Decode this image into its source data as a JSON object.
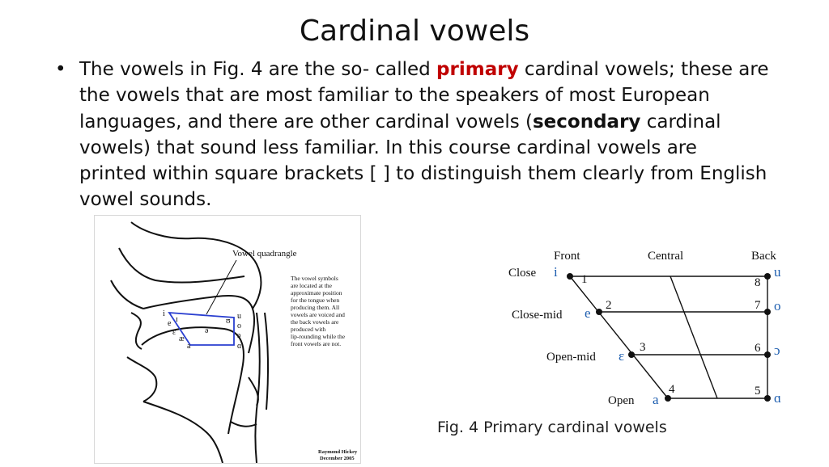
{
  "slide": {
    "title": "Cardinal vowels",
    "bullet_marker": "•",
    "bullet": {
      "part1": "The vowels in Fig. 4 are the so- called ",
      "primary": "primary",
      "part2": " cardinal vowels; these are the vowels that are most familiar to the speakers of most European languages, and there are other cardinal vowels (",
      "secondary": "secondary",
      "part3": " cardinal vowels) that sound less familiar. In this course cardinal vowels are printed within square brackets [ ] to distinguish them clearly from English vowel sounds."
    }
  },
  "diagram_left": {
    "label": "Vowel quadrangle",
    "note_lines": [
      "The vowel symbols",
      "are located at the",
      "approximate position",
      "for the tongue when",
      "producing them. All",
      "vowels are voiced and",
      "the back vowels are",
      "produced with",
      "lip-rounding while the",
      "front vowels are not."
    ],
    "credit_lines": [
      "Raymond Hickey",
      "December 2005"
    ],
    "front_symbols": [
      "i",
      "ɪ",
      "e",
      "ɛ",
      "æ",
      "a"
    ],
    "center_symbol": "ə",
    "back_symbols": [
      "u",
      "ʊ",
      "o",
      "ɔ",
      "ɑ"
    ],
    "colors": {
      "quadrangle": "#2a3fd0"
    }
  },
  "diagram_right": {
    "headers": [
      "Front",
      "Central",
      "Back"
    ],
    "rows": [
      {
        "label": "Close",
        "front": "i",
        "front_num": "1",
        "back": "u",
        "back_num": "8"
      },
      {
        "label": "Close-mid",
        "front": "e",
        "front_num": "2",
        "back": "o",
        "back_num": "7"
      },
      {
        "label": "Open-mid",
        "front": "ε",
        "front_num": "3",
        "back": "ɔ",
        "back_num": "6"
      },
      {
        "label": "Open",
        "front": "a",
        "front_num": "4",
        "back": "ɑ",
        "back_num": "5"
      }
    ],
    "colors": {
      "symbols": "#1f5fb0"
    }
  },
  "caption": "Fig. 4  Primary cardinal vowels"
}
